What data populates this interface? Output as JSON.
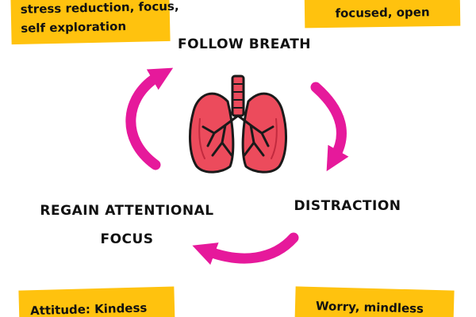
{
  "notes": {
    "top_left": [
      "stress reduction, focus,",
      "self exploration"
    ],
    "top_right": "focused, open",
    "bottom_left": "Attitude: Kindess",
    "bottom_right": "Worry, mindless"
  },
  "cycle": {
    "follow": "FOLLOW BREATH",
    "distraction": "DISTRACTION",
    "regain": [
      "REGAIN ATTENTIONAL",
      "FOCUS"
    ]
  },
  "colors": {
    "note_yellow": "#ffc20e",
    "arrow_magenta": "#e6199b",
    "lung_red": "#ec4b5c",
    "lung_dark": "#c22a3e",
    "outline": "#1a1a1a"
  },
  "icons": [
    "lungs-icon",
    "cycle-arrow-icon"
  ]
}
